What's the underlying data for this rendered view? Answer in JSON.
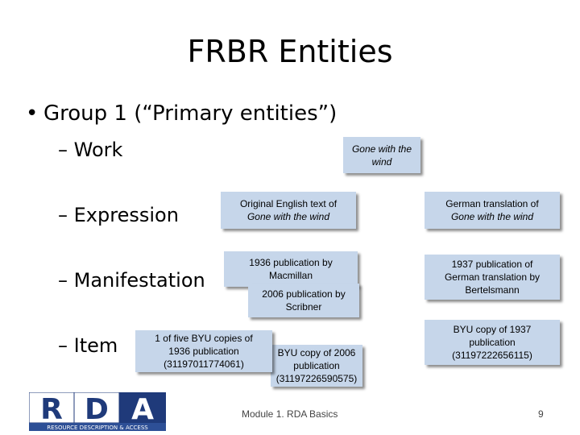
{
  "slide": {
    "title": "FRBR Entities",
    "bullet_marker": "•",
    "bullet": "Group 1 (“Primary entities”)",
    "subitems": [
      "– Work",
      "– Expression",
      "– Manifestation",
      "– Item"
    ]
  },
  "boxes": {
    "work": {
      "line1": "Gone with the",
      "line2": "wind"
    },
    "expr_en": {
      "line1": "Original English text of",
      "line2": "Gone with the wind"
    },
    "expr_de": {
      "line1": "German translation of",
      "line2": "Gone with the wind"
    },
    "manif_1936": {
      "line1": "1936 publication by",
      "line2": "Macmillan"
    },
    "manif_2006": {
      "line1": "2006 publication by",
      "line2": "Scribner"
    },
    "manif_1937": {
      "line1": "1937 publication of",
      "line2": "German translation by",
      "line3": "Bertelsmann"
    },
    "item_1936": {
      "line1": "1 of five BYU copies of",
      "line2": "1936 publication",
      "line3": "(31197011774061)"
    },
    "item_2006": {
      "line1": "BYU copy of 2006",
      "line2": "publication",
      "line3": "(31197226590575)"
    },
    "item_1937": {
      "line1": "BYU copy of 1937",
      "line2": "publication",
      "line3": "(31197222656115)"
    }
  },
  "footer": {
    "text": "Module 1. RDA Basics",
    "page": "9"
  },
  "logo": {
    "letters": [
      "R",
      "D",
      "A"
    ],
    "tagline": "RESOURCE DESCRIPTION & ACCESS",
    "colors": {
      "navy": "#1f3a7a",
      "tagline_bg": "#2d4f96"
    }
  }
}
